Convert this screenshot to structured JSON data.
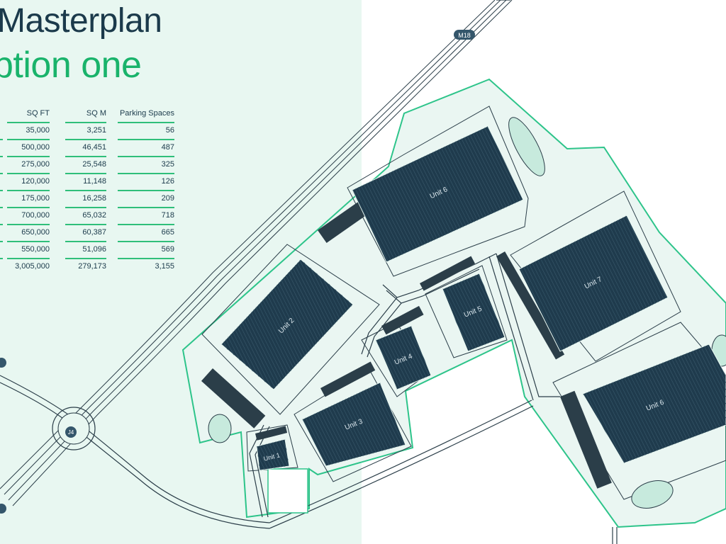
{
  "title": {
    "line1": "Masterplan",
    "line2": "ption one"
  },
  "table": {
    "headers": [
      "SQ FT",
      "SQ M",
      "Parking Spaces"
    ],
    "rows": [
      [
        "35,000",
        "3,251",
        "56"
      ],
      [
        "500,000",
        "46,451",
        "487"
      ],
      [
        "275,000",
        "25,548",
        "325"
      ],
      [
        "120,000",
        "11,148",
        "126"
      ],
      [
        "175,000",
        "16,258",
        "209"
      ],
      [
        "700,000",
        "65,032",
        "718"
      ],
      [
        "650,000",
        "60,387",
        "665"
      ],
      [
        "550,000",
        "51,096",
        "569"
      ]
    ],
    "total": [
      "3,005,000",
      "279,173",
      "3,155"
    ]
  },
  "map": {
    "motorway_label": "M18",
    "junction_label": "J4",
    "units": [
      "Unit 1",
      "Unit 2",
      "Unit 3",
      "Unit 4",
      "Unit 5",
      "Unit 6",
      "Unit 7",
      "Unit 6"
    ]
  },
  "colors": {
    "panel_bg": "#e8f7f1",
    "site_fill": "#eaf6f2",
    "boundary": "#2dc48a",
    "building": "#1f3b4d",
    "road": "#2b3e49",
    "title_dark": "#1b3a4b",
    "title_green": "#19b36b"
  }
}
